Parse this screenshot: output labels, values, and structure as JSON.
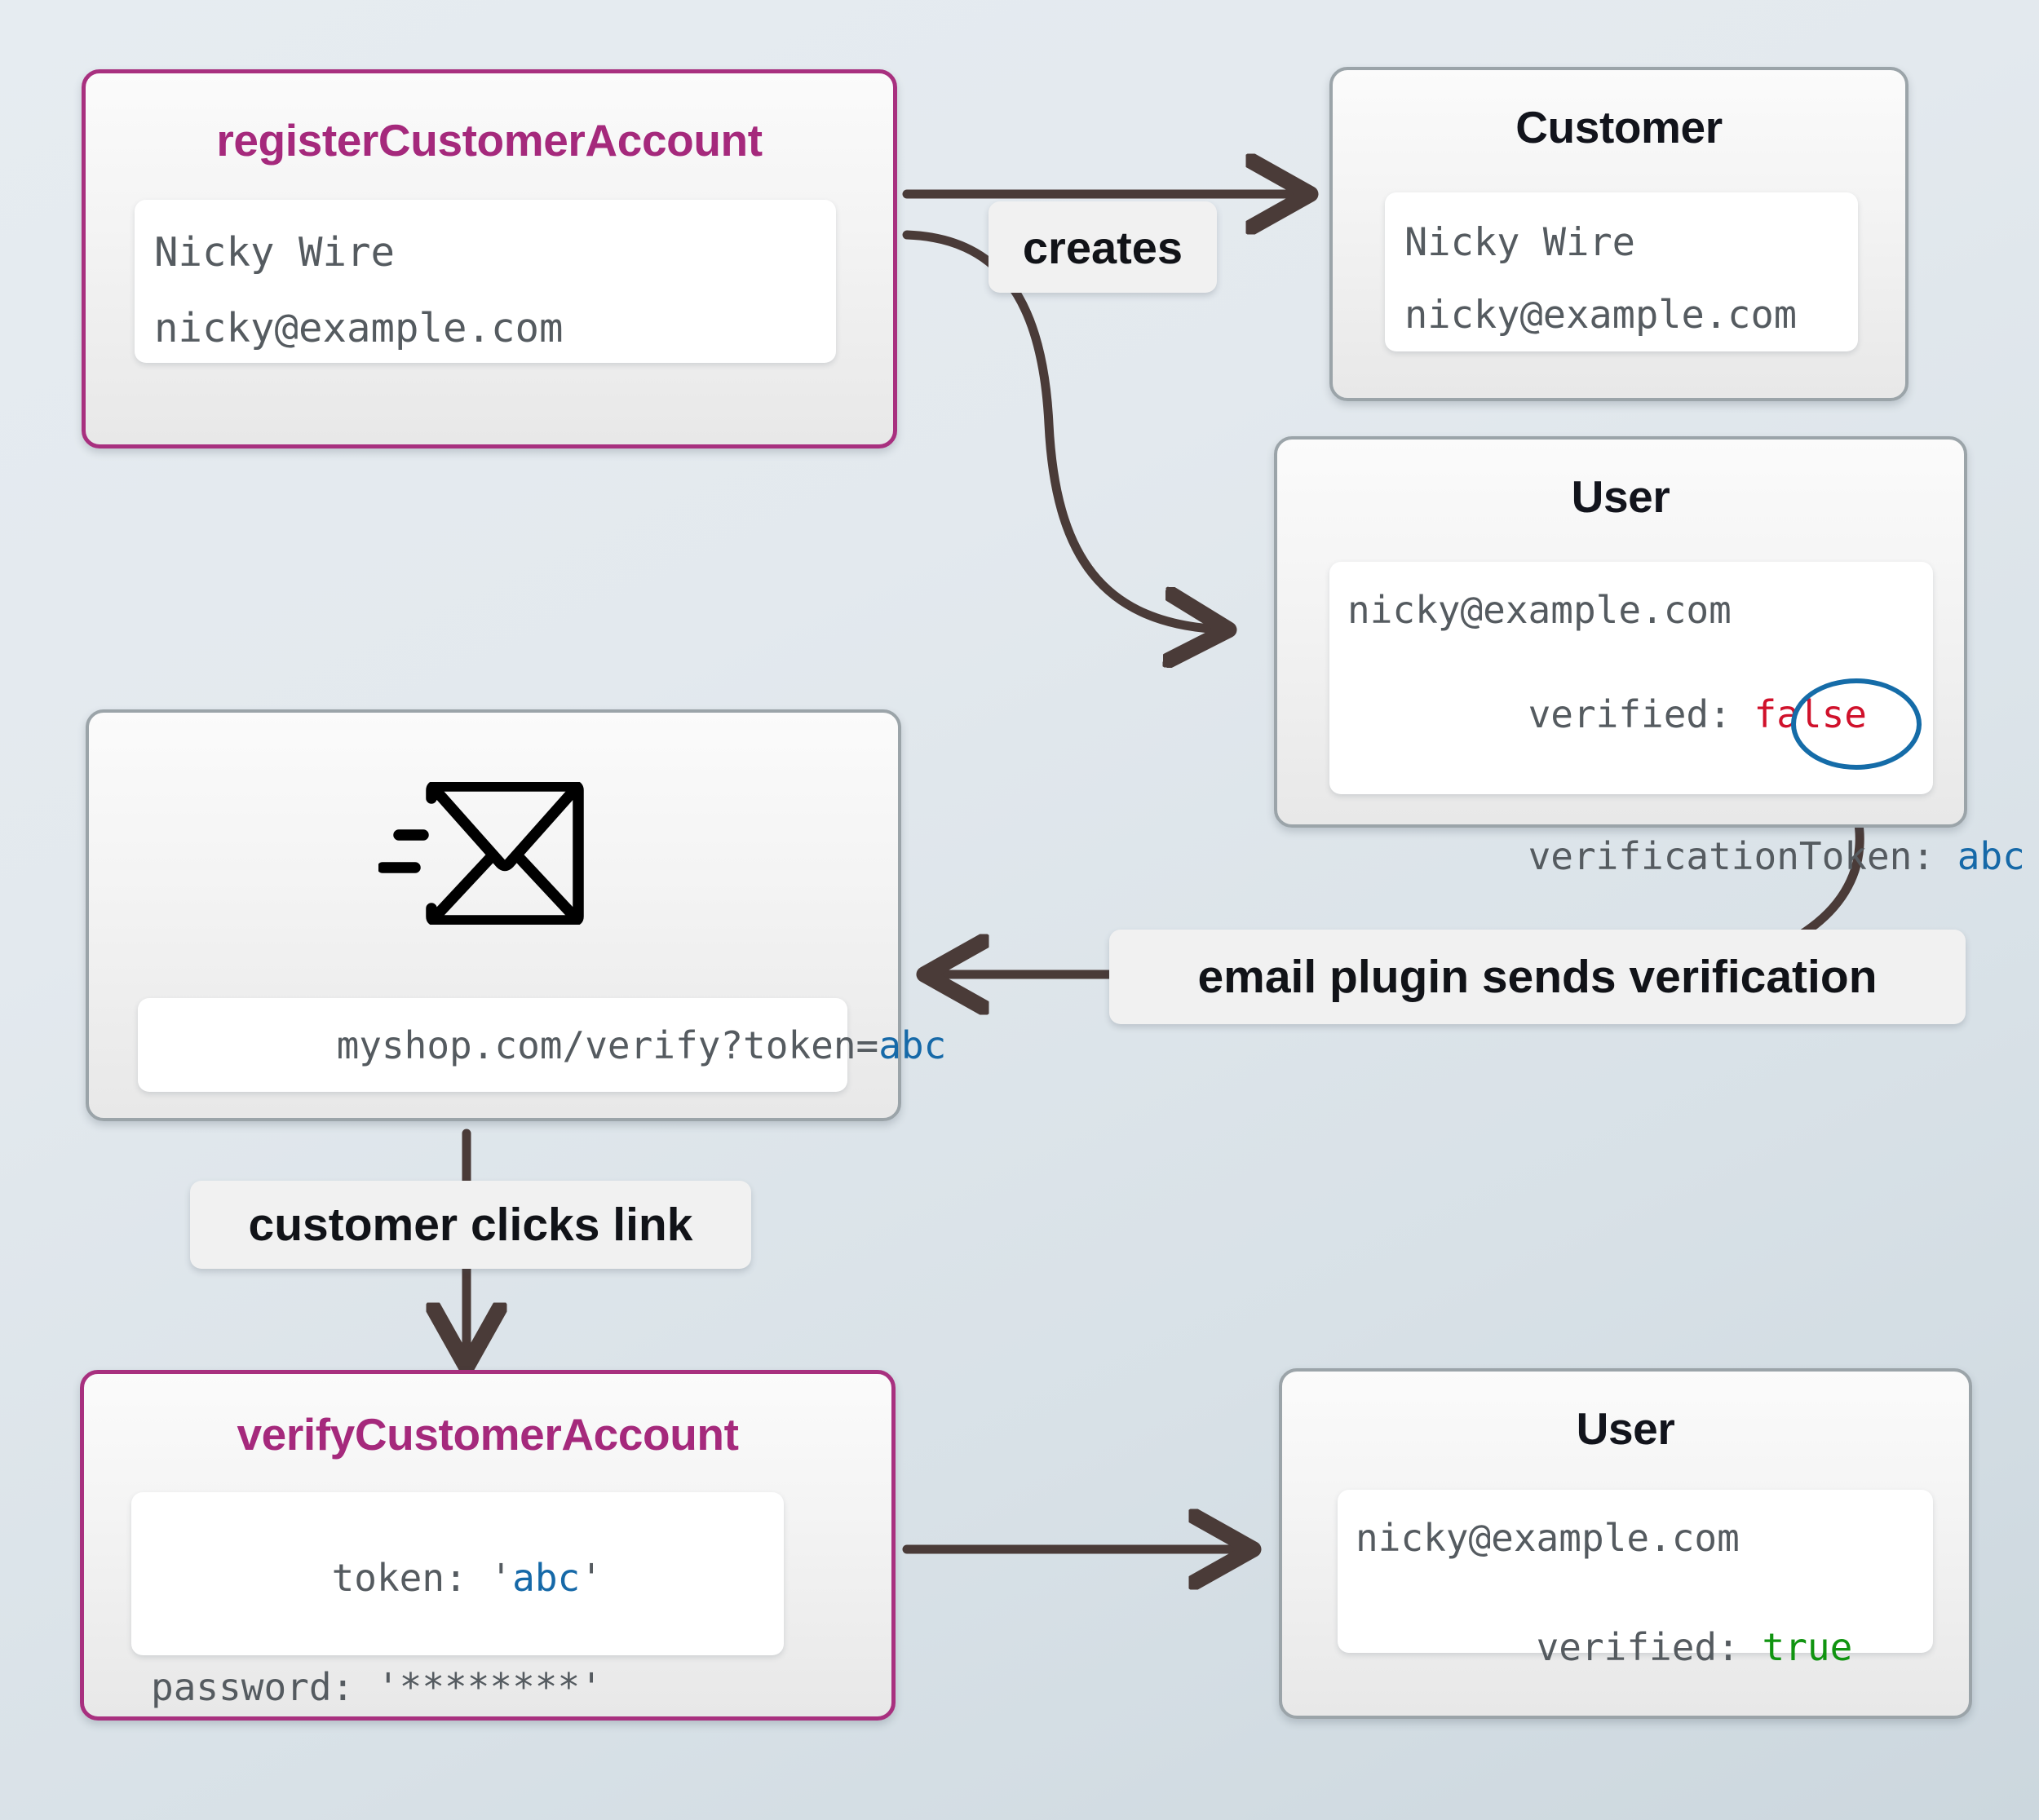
{
  "diagram": {
    "title": "customer account registration and email verification flow",
    "colors": {
      "accent_pink": "#a5297c",
      "border_gray": "#9ba4a9",
      "arrow_brown": "#4a3b38",
      "token_blue": "#1669a8",
      "false_red": "#d0112b",
      "true_green": "#109410",
      "mono_text": "#555b60",
      "background_top": "#e6ecf1",
      "background_bottom": "#ccd7de"
    }
  },
  "nodes": {
    "register_mutation": {
      "title": "registerCustomerAccount",
      "fields": [
        "Nicky Wire",
        "nicky@example.com"
      ]
    },
    "customer_entity": {
      "title": "Customer",
      "fields": [
        "Nicky Wire",
        "nicky@example.com"
      ]
    },
    "user_unverified": {
      "title": "User",
      "email": "nicky@example.com",
      "verified_key": "verified: ",
      "verified_value": "false",
      "token_key": "verificationToken: ",
      "token_value": "abc"
    },
    "email_message": {
      "icon": "envelope-send-icon",
      "link_prefix": "myshop.com/verify?token=",
      "link_token": "abc"
    },
    "verify_mutation": {
      "title": "verifyCustomerAccount",
      "token_key": "token: ",
      "token_open_quote": "'",
      "token_value": "abc",
      "token_close_quote": "'",
      "password_line": "password: '********'"
    },
    "user_verified": {
      "title": "User",
      "email": "nicky@example.com",
      "verified_key": "verified: ",
      "verified_value": "true"
    }
  },
  "edges": {
    "creates": "creates",
    "email_plugin": "email plugin sends verification",
    "clicks_link": "customer clicks link"
  }
}
